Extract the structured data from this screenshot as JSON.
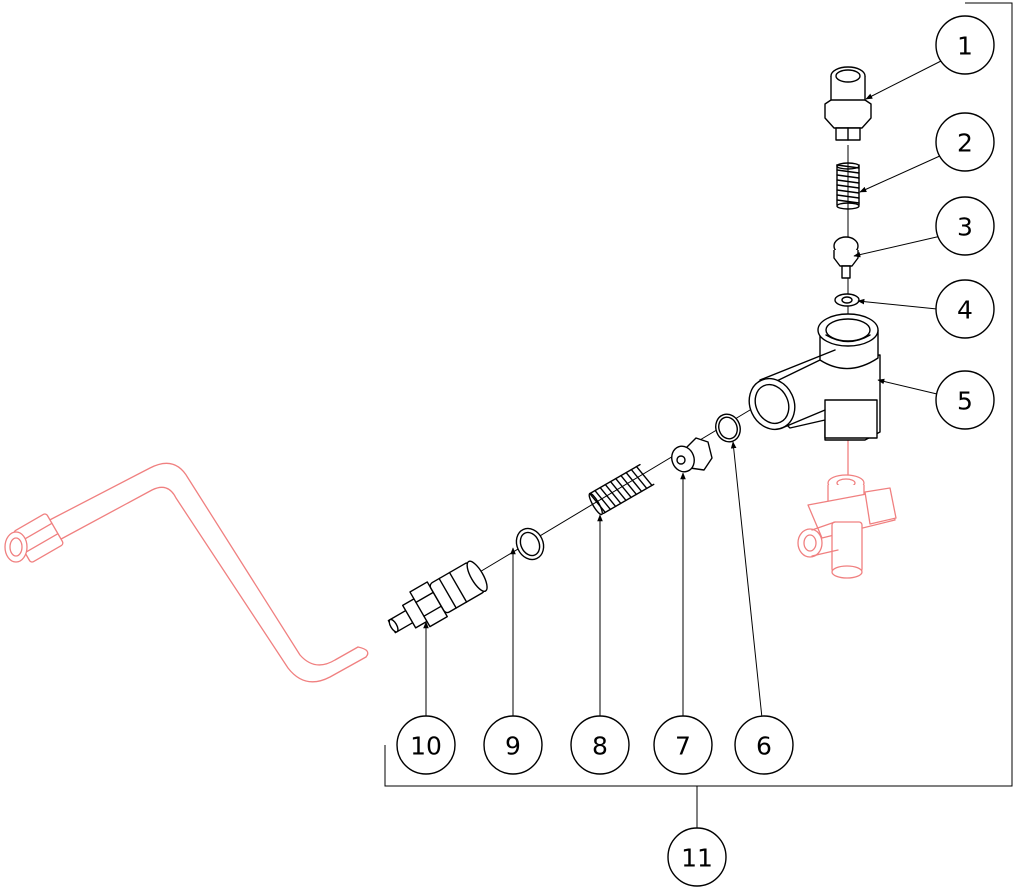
{
  "callouts": [
    {
      "id": "1",
      "label": "1"
    },
    {
      "id": "2",
      "label": "2"
    },
    {
      "id": "3",
      "label": "3"
    },
    {
      "id": "4",
      "label": "4"
    },
    {
      "id": "5",
      "label": "5"
    },
    {
      "id": "6",
      "label": "6"
    },
    {
      "id": "7",
      "label": "7"
    },
    {
      "id": "8",
      "label": "8"
    },
    {
      "id": "9",
      "label": "9"
    },
    {
      "id": "10",
      "label": "10"
    },
    {
      "id": "11",
      "label": "11"
    }
  ],
  "colors": {
    "line": "#000000",
    "reference_parts": "#f08080",
    "background": "#ffffff"
  }
}
